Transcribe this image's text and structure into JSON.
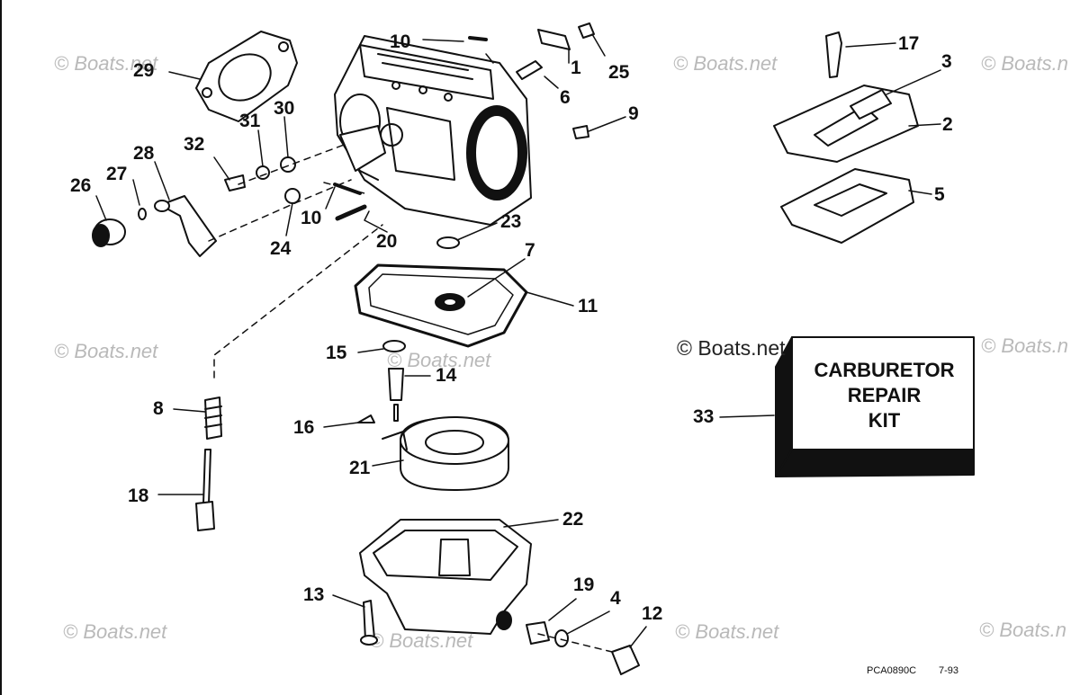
{
  "watermarks": [
    "© Boats.net",
    "© Boats.net",
    "© Boats.n",
    "© Boats.net",
    "© Boats.net",
    "© Boats.n",
    "© Boats.net",
    "© Boats.net",
    "© Boats.net",
    "© Boats.n"
  ],
  "watermark_dark": "© Boats.net",
  "callouts": [
    "1",
    "2",
    "3",
    "4",
    "5",
    "6",
    "7",
    "8",
    "9",
    "10",
    "10",
    "11",
    "12",
    "13",
    "14",
    "15",
    "16",
    "17",
    "18",
    "19",
    "20",
    "21",
    "22",
    "23",
    "24",
    "25",
    "26",
    "27",
    "28",
    "29",
    "30",
    "31",
    "32",
    "33"
  ],
  "kit_box": {
    "line1": "CARBURETOR",
    "line2": "REPAIR",
    "line3": "KIT"
  },
  "drawing_code": "PCA0890C",
  "drawing_date": "7-93"
}
